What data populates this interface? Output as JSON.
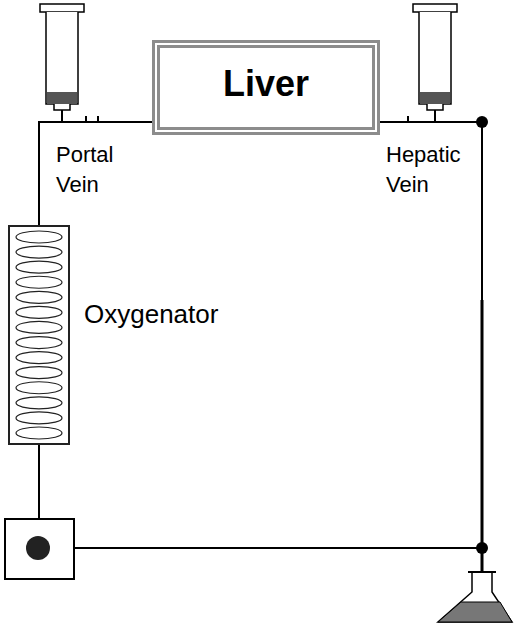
{
  "diagram": {
    "nodes": [
      {
        "text": [
          "Liver"
        ]
      },
      {
        "text": [
          "Oxygenator"
        ]
      }
    ],
    "edges": [
      {
        "from": 1,
        "to": 0,
        "arrow": "none"
      }
    ],
    "labels": [
      "Portal Vein",
      "Hepatic Vein"
    ]
  }
}
